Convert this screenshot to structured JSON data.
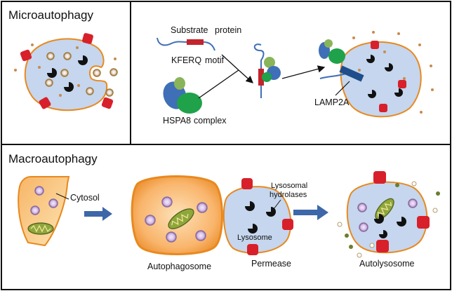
{
  "panels": {
    "micro": {
      "title": "Microautophagy"
    },
    "cma": {
      "substrate_label": "Substrate",
      "protein_label": "protein",
      "kferq_label": "KFERQ",
      "motif_label": "motif",
      "hspa8_label": "HSPA8",
      "complex_label": "complex",
      "lamp2a_label": "LAMP2A"
    },
    "macro": {
      "title": "Macroautophagy",
      "cytosol_label": "Cytosol",
      "autophagosome_label": "Autophagosome",
      "lysosomal_label": "Lysosomal",
      "hydrolases_label": "hydrolases",
      "lysosome_label": "Lysosome",
      "permease_label": "Permease",
      "autolysosome_label": "Autolysosome"
    }
  },
  "colors": {
    "lysosome_fill": "#c5d6ee",
    "membrane": "#e8891f",
    "receptor_red": "#d8202a",
    "hydrolase_black": "#111111",
    "vesicle_outline": "#a07b3e",
    "chaperone_blue": "#3f6fb6",
    "chaperone_green": "#1fa24a",
    "chaperone_light": "#8ab45a",
    "arrow_blue": "#3d67a8",
    "mito_green": "#8ea73a",
    "autophagosome_orange": "#f6a24a"
  },
  "icons": [
    "hydrolase-pacman-icon",
    "permease-receptor-icon",
    "vesicle-icon",
    "mitochondrion-icon",
    "arrow-icon"
  ]
}
